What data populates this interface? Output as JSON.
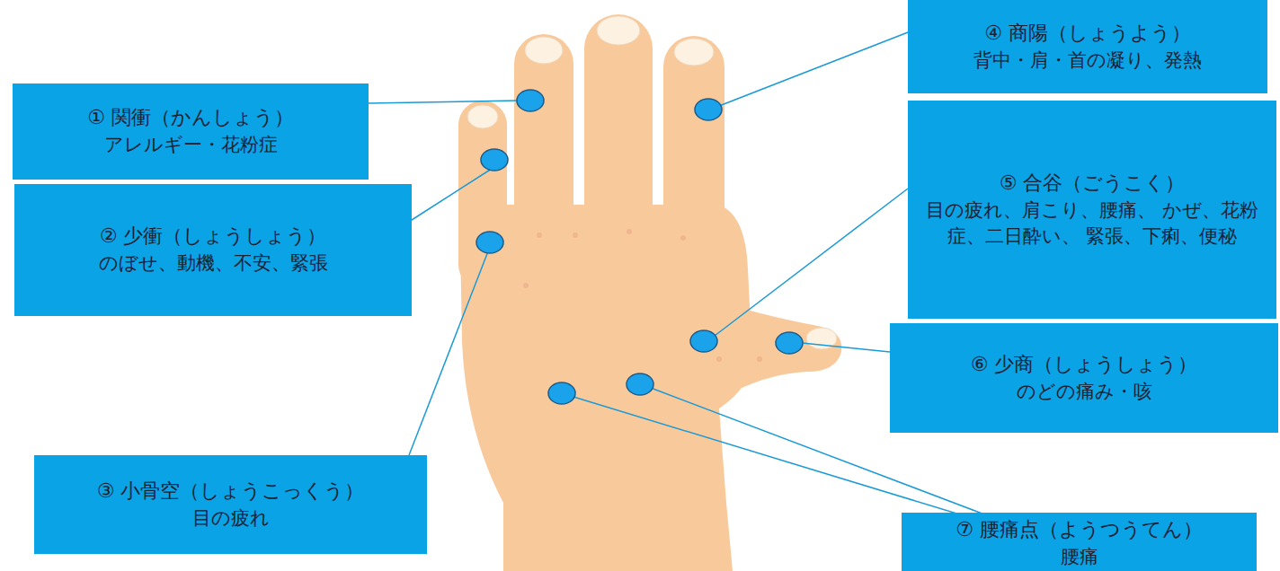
{
  "diagram": {
    "nodes": [
      {
        "text": [
          "① 関衝（かんしょう）",
          "アレルギー・花粉症"
        ]
      },
      {
        "text": [
          "② 少衝（しょうしょう）",
          "のぼせ、動機、不安、緊張"
        ]
      },
      {
        "text": [
          "③ 小骨空（しょうこっくう）",
          "目の疲れ"
        ]
      },
      {
        "text": [
          "④ 商陽（しょうよう）",
          "背中・肩・首の凝り、発熱"
        ]
      },
      {
        "text": [
          "⑤ 合谷（ごうこく）",
          "目の疲れ、肩こり、腰痛、 かぜ、花粉症、二日酔い、 緊張、下痢、便秘"
        ]
      },
      {
        "text": [
          "⑥ 少商（しょうしょう）",
          "のどの痛み・咳"
        ]
      },
      {
        "text": [
          "⑦ 腰痛点（ようつうてん）",
          "腰痛"
        ]
      }
    ]
  }
}
